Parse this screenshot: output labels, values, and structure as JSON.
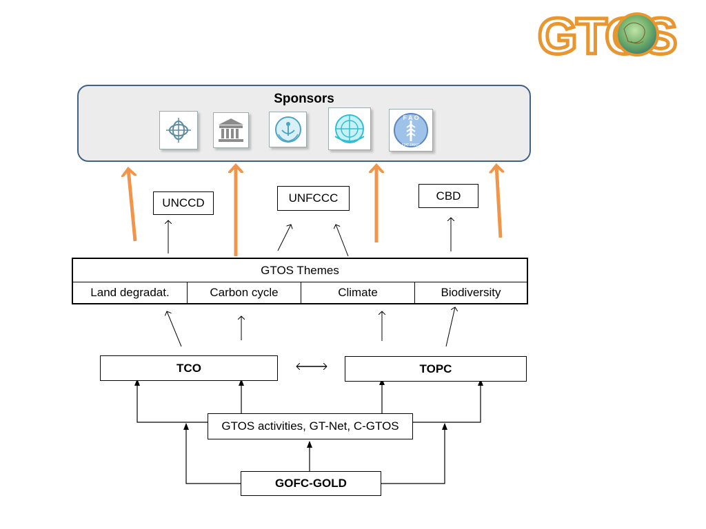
{
  "brand": {
    "logo_text": "GTOS",
    "accent": "#e8962f"
  },
  "sponsors": {
    "title": "Sponsors",
    "logos": [
      {
        "icon": "icsu-emblem-icon"
      },
      {
        "icon": "unesco-temple-icon"
      },
      {
        "icon": "unep-globe-icon"
      },
      {
        "icon": "wmo-globe-icon"
      },
      {
        "icon": "fao-emblem-icon",
        "text": "F A O",
        "motto": "FIAT PANIS"
      }
    ]
  },
  "conventions": {
    "unccd": "UNCCD",
    "unfccc": "UNFCCC",
    "cbd": "CBD"
  },
  "themes": {
    "title": "GTOS Themes",
    "items": [
      "Land degradat.",
      "Carbon cycle",
      "Climate",
      "Biodiversity"
    ]
  },
  "panels": {
    "tco": "TCO",
    "topc": "TOPC"
  },
  "activities": "GTOS activities, GT-Net, C-GTOS",
  "gofc": "GOFC-GOLD",
  "colors": {
    "sponsor_border": "#3f6183",
    "sponsor_fill": "#ececec",
    "arrow_orange": "#f0954a"
  }
}
